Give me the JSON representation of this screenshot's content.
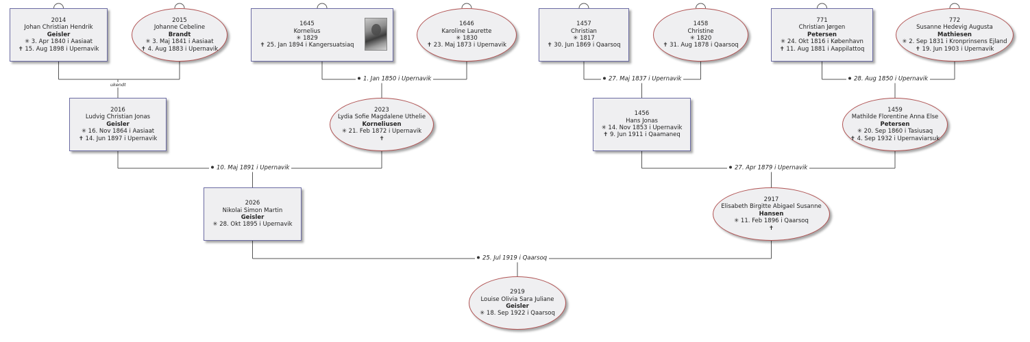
{
  "symbols": {
    "birth": "✳",
    "death": "✝"
  },
  "people": [
    {
      "key": "p2014",
      "id": "2014",
      "given": "Johan Christian Hendrik",
      "surname": "Geisler",
      "birth": "3. Apr 1840 i  Aasiaat",
      "death": "15. Aug 1898 i  Upernavik",
      "sex": "M"
    },
    {
      "key": "p2015",
      "id": "2015",
      "given": "Johanne Cebeline",
      "surname": "Brandt",
      "birth": "3. Maj 1841 i  Aasiaat",
      "death": "4. Aug 1883 i  Upernavik",
      "sex": "F"
    },
    {
      "key": "p1645",
      "id": "1645",
      "given": "Kornelius",
      "surname": "",
      "birth": "1829",
      "death": "25. Jan 1894 i  Kangersuatsiaq",
      "sex": "M",
      "photo": true
    },
    {
      "key": "p1646",
      "id": "1646",
      "given": "Karoline Laurette",
      "surname": "",
      "birth": "1830",
      "death": "23. Maj 1873 i  Upernavik",
      "sex": "F"
    },
    {
      "key": "p1457",
      "id": "1457",
      "given": "Christian",
      "surname": "",
      "birth": "1817",
      "death": "30. Jun 1869 i  Qaarsoq",
      "sex": "M"
    },
    {
      "key": "p1458",
      "id": "1458",
      "given": "Christine",
      "surname": "",
      "birth": "1820",
      "death": "31. Aug 1878 i  Qaarsoq",
      "sex": "F"
    },
    {
      "key": "p771",
      "id": "771",
      "given": "Christian Jørgen",
      "surname": "Petersen",
      "birth": "24. Okt 1816 i  København",
      "death": "11. Aug 1881 i  Aappilattoq",
      "sex": "M"
    },
    {
      "key": "p772",
      "id": "772",
      "given": "Susanne Hedevig Augusta",
      "surname": "Mathiesen",
      "birth": "2. Sep 1831 i  Kronprinsens Ejland",
      "death": "19. Jun 1903 i  Upernavik",
      "sex": "F"
    },
    {
      "key": "p2016",
      "id": "2016",
      "given": "Ludvig Christian Jonas",
      "surname": "Geisler",
      "birth": "16. Nov 1864 i  Aasiaat",
      "death": "14. Jun 1897 i  Upernavik",
      "sex": "M"
    },
    {
      "key": "p2023",
      "id": "2023",
      "given": "Lydia Sofie Magdalene Uthelie",
      "surname": "Korneliusen",
      "birth": "21. Feb 1872 i  Upernavik",
      "death": "",
      "sex": "F"
    },
    {
      "key": "p1456",
      "id": "1456",
      "given": "Hans Jonas",
      "surname": "",
      "birth": "14. Nov 1853 i  Upernavik",
      "death": "9. Jun 1911 i  Qaamaneq",
      "sex": "M"
    },
    {
      "key": "p1459",
      "id": "1459",
      "given": "Mathilde Florentine Anna Else",
      "surname": "Petersen",
      "birth": "20. Sep 1860 i  Tasiusaq",
      "death": "4. Sep 1932 i  Upernaviarsuk",
      "sex": "F"
    },
    {
      "key": "p2026",
      "id": "2026",
      "given": "Nikolai Simon Martin",
      "surname": "Geisler",
      "birth": "28. Okt 1895 i  Upernavik",
      "death": null,
      "sex": "M"
    },
    {
      "key": "p2917",
      "id": "2917",
      "given": "Elisabeth Birgitte Abigael Susanne",
      "surname": "Hansen",
      "birth": "11. Feb 1896 i  Qaarsoq",
      "death": "",
      "sex": "F"
    },
    {
      "key": "p2919",
      "id": "2919",
      "given": "Louise Olivia Sara Juliane",
      "surname": "Geisler",
      "birth": "18. Sep 1922 i  Qaarsoq",
      "death": null,
      "sex": "F"
    }
  ],
  "marriages": [
    {
      "key": "m1",
      "text": "ukendt",
      "style": "unknown"
    },
    {
      "key": "m2",
      "text": "1. Jan 1850 i  Upernavik"
    },
    {
      "key": "m3",
      "text": "27. Maj 1837 i  Upernavik"
    },
    {
      "key": "m4",
      "text": "28. Aug 1850 i  Upernavik"
    },
    {
      "key": "m5",
      "text": "10. Maj 1891 i  Upernavik"
    },
    {
      "key": "m6",
      "text": "27. Apr 1879 i  Upernavik"
    },
    {
      "key": "m7",
      "text": "25. Jul 1919 i  Qaarsoq"
    }
  ],
  "colors": {
    "male_border": "#6a6aa2",
    "female_border": "#b05252",
    "box_fill": "#efeff1",
    "line": "#555555"
  }
}
